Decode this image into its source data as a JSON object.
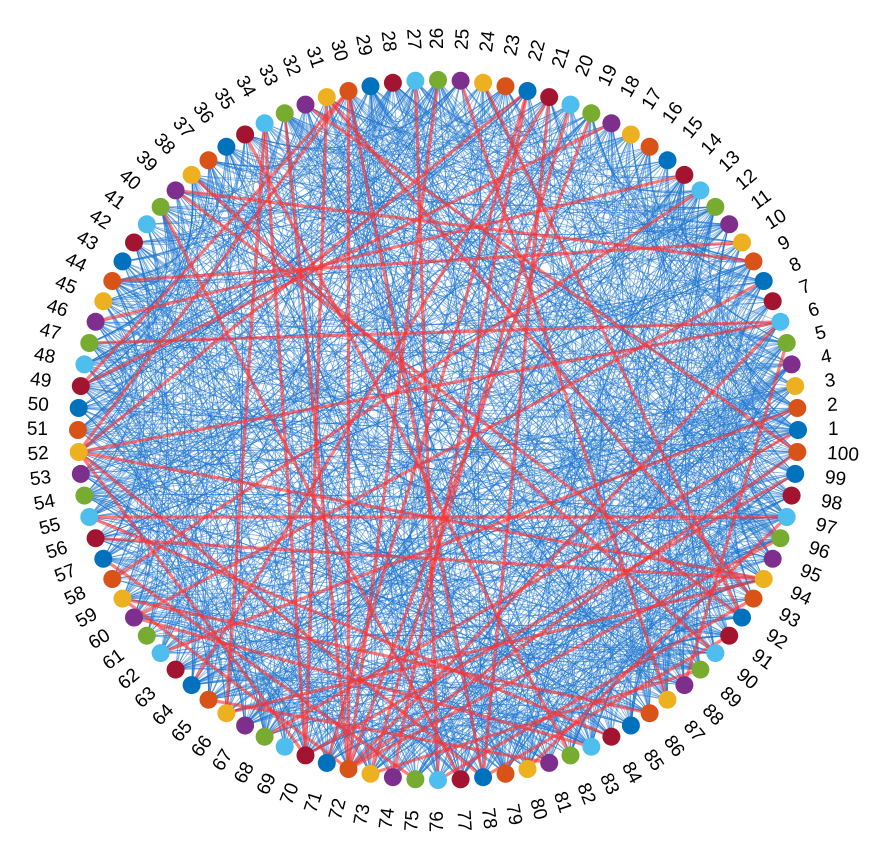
{
  "diagram": {
    "type": "chord-network",
    "node_count": 100,
    "labels": [
      "1",
      "2",
      "3",
      "4",
      "5",
      "6",
      "7",
      "8",
      "9",
      "10",
      "11",
      "12",
      "13",
      "14",
      "15",
      "16",
      "17",
      "18",
      "19",
      "20",
      "21",
      "22",
      "23",
      "24",
      "25",
      "26",
      "27",
      "28",
      "29",
      "30",
      "31",
      "32",
      "33",
      "34",
      "35",
      "36",
      "37",
      "38",
      "39",
      "40",
      "41",
      "42",
      "43",
      "44",
      "45",
      "46",
      "47",
      "48",
      "49",
      "50",
      "51",
      "52",
      "53",
      "54",
      "55",
      "56",
      "57",
      "58",
      "59",
      "60",
      "61",
      "62",
      "63",
      "64",
      "65",
      "66",
      "67",
      "68",
      "69",
      "70",
      "71",
      "72",
      "73",
      "74",
      "75",
      "76",
      "77",
      "78",
      "79",
      "80",
      "81",
      "82",
      "83",
      "84",
      "85",
      "86",
      "87",
      "88",
      "89",
      "90",
      "91",
      "92",
      "93",
      "94",
      "95",
      "96",
      "97",
      "98",
      "99",
      "100"
    ],
    "palette": [
      "#0072bd",
      "#d95319",
      "#edb120",
      "#7e2f8e",
      "#77ac30",
      "#4dbeee",
      "#a2142f"
    ],
    "background_edge_color": "#1f77d0",
    "highlight_edge_color": "#ff3030",
    "background_edge_count": 1400,
    "highlight_edges": [
      [
        52,
        6
      ],
      [
        52,
        94
      ],
      [
        52,
        22
      ],
      [
        52,
        78
      ],
      [
        52,
        30
      ],
      [
        52,
        70
      ],
      [
        55,
        97
      ],
      [
        55,
        84
      ],
      [
        56,
        94
      ],
      [
        59,
        72
      ],
      [
        59,
        86
      ],
      [
        49,
        30
      ],
      [
        49,
        18
      ],
      [
        44,
        10
      ],
      [
        47,
        6
      ],
      [
        39,
        9
      ],
      [
        39,
        92
      ],
      [
        38,
        90
      ],
      [
        34,
        70
      ],
      [
        34,
        66
      ],
      [
        35,
        82
      ],
      [
        30,
        72
      ],
      [
        30,
        78
      ],
      [
        32,
        100
      ],
      [
        33,
        72
      ],
      [
        31,
        70
      ],
      [
        31,
        93
      ],
      [
        26,
        72
      ],
      [
        25,
        87
      ],
      [
        24,
        92
      ],
      [
        22,
        74
      ],
      [
        21,
        64
      ],
      [
        21,
        78
      ],
      [
        20,
        73
      ],
      [
        19,
        72
      ],
      [
        14,
        46
      ],
      [
        13,
        58
      ],
      [
        8,
        60
      ],
      [
        6,
        72
      ],
      [
        2,
        62
      ],
      [
        1,
        68
      ],
      [
        5,
        88
      ],
      [
        100,
        72
      ],
      [
        97,
        80
      ],
      [
        96,
        72
      ],
      [
        94,
        66
      ],
      [
        93,
        76
      ],
      [
        91,
        78
      ],
      [
        89,
        73
      ],
      [
        99,
        70
      ],
      [
        83,
        60
      ],
      [
        81,
        65
      ],
      [
        77,
        40
      ],
      [
        75,
        57
      ],
      [
        76,
        27
      ],
      [
        71,
        22
      ]
    ]
  }
}
